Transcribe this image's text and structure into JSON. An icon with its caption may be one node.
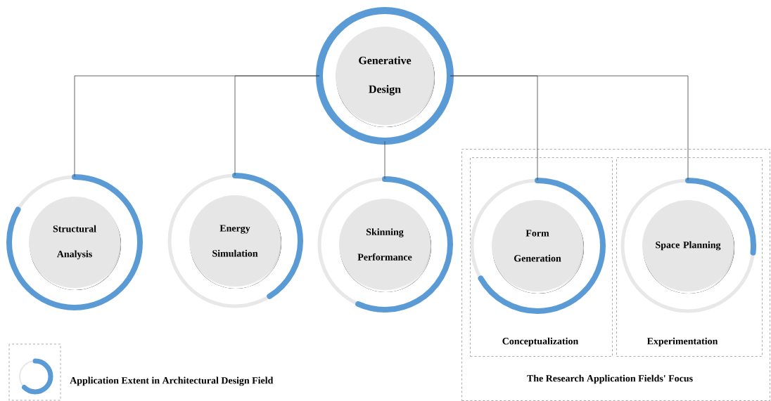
{
  "diagram": {
    "nodes": [
      {
        "text": [
          "Generative Design"
        ]
      },
      {
        "text": [
          "Structural Analysis"
        ]
      },
      {
        "text": [
          "Energy Simulation"
        ]
      },
      {
        "text": [
          "Skinning Performance"
        ]
      },
      {
        "text": [
          "The Research Application Fields' Focus"
        ]
      },
      {
        "text": [
          "Conceptualization"
        ],
        "in": 4
      },
      {
        "text": [
          "Form Generation"
        ],
        "in": 5
      },
      {
        "text": [
          "Experimentation"
        ],
        "in": 4
      },
      {
        "text": [
          "Space Planning"
        ],
        "in": 7
      }
    ],
    "edges": [
      {
        "from": 0,
        "to": 1,
        "arrow": "none"
      },
      {
        "from": 0,
        "to": 2,
        "arrow": "none"
      },
      {
        "from": 0,
        "to": 3,
        "arrow": "none"
      },
      {
        "from": 0,
        "to": 6,
        "arrow": "none"
      },
      {
        "from": 0,
        "to": 8,
        "arrow": "none"
      }
    ],
    "legend": [
      {
        "text": "Application Extent in Architectural Design Field"
      }
    ]
  }
}
